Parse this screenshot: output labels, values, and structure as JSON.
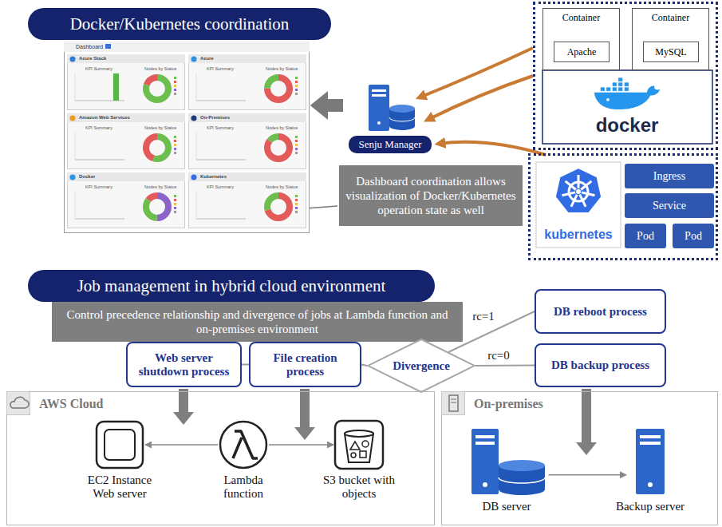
{
  "diagram": {
    "nodes": [
      {
        "text": [
          "Docker/Kubernetes coordination"
        ]
      },
      {
        "text": [
          "Dashboard"
        ]
      },
      {
        "text": [
          "Azure Stack",
          "KPI Summary",
          "Nodes by Status"
        ],
        "in": 1
      },
      {
        "text": [
          "Azure",
          "KPI Summary",
          "Nodes by Status"
        ],
        "in": 1
      },
      {
        "text": [
          "Amazon Web Services",
          "KPI Summary",
          "Nodes by Status"
        ],
        "in": 1
      },
      {
        "text": [
          "On-Premises",
          "KPI Summary",
          "Nodes by Status"
        ],
        "in": 1
      },
      {
        "text": [
          "Docker",
          "KPI Summary",
          "Nodes by Status"
        ],
        "in": 1
      },
      {
        "text": [
          "Kubernetes",
          "KPI Summary",
          "Nodes by Status"
        ],
        "in": 1
      },
      {
        "text": [
          "Senju Manager"
        ]
      },
      {
        "text": [
          "Dashboard coordination allows visualization of Docker/Kubernetes operation state as well"
        ]
      },
      {
        "text": [
          "docker"
        ]
      },
      {
        "text": [
          "Container"
        ],
        "in": 10
      },
      {
        "text": [
          "Apache"
        ],
        "in": 11
      },
      {
        "text": [
          "Container"
        ],
        "in": 10
      },
      {
        "text": [
          "MySQL"
        ],
        "in": 13
      },
      {
        "text": [
          "kubernetes"
        ]
      },
      {
        "text": [
          "Ingress"
        ],
        "in": 15
      },
      {
        "text": [
          "Service"
        ],
        "in": 15
      },
      {
        "text": [
          "Pod"
        ],
        "in": 15
      },
      {
        "text": [
          "Pod"
        ],
        "in": 15
      },
      {
        "text": [
          "Job management in hybrid cloud environment"
        ]
      },
      {
        "text": [
          "Control precedence relationship and divergence of jobs at Lambda function and on-premises environment"
        ]
      },
      {
        "text": [
          "Web server shutdown process"
        ]
      },
      {
        "text": [
          "File creation process"
        ]
      },
      {
        "text": [
          "Divergence"
        ]
      },
      {
        "text": [
          "DB reboot process"
        ]
      },
      {
        "text": [
          "DB backup process"
        ]
      },
      {
        "text": [
          "AWS Cloud"
        ]
      },
      {
        "text": [
          "EC2 Instance Web server"
        ],
        "in": 27
      },
      {
        "text": [
          "Lambda function"
        ],
        "in": 27
      },
      {
        "text": [
          "S3 bucket with objects"
        ],
        "in": 27
      },
      {
        "text": [
          "On-premises"
        ]
      },
      {
        "text": [
          "DB server"
        ],
        "in": 31
      },
      {
        "text": [
          "Backup server"
        ],
        "in": 31
      }
    ],
    "edges": [
      {
        "from": 10,
        "to": 8,
        "arrow": "to"
      },
      {
        "from": 15,
        "to": 8,
        "arrow": "to"
      },
      {
        "from": 8,
        "to": 1,
        "arrow": "to"
      },
      {
        "from": 22,
        "to": 23,
        "arrow": "none"
      },
      {
        "from": 23,
        "to": 24,
        "arrow": "none"
      },
      {
        "from": 24,
        "to": 25,
        "label": "rc=1",
        "arrow": "none"
      },
      {
        "from": 24,
        "to": 26,
        "label": "rc=0",
        "arrow": "none"
      },
      {
        "from": 29,
        "to": 28,
        "arrow": "to"
      },
      {
        "from": 29,
        "to": 30,
        "arrow": "to"
      },
      {
        "from": 32,
        "to": 33,
        "arrow": "to"
      }
    ]
  }
}
